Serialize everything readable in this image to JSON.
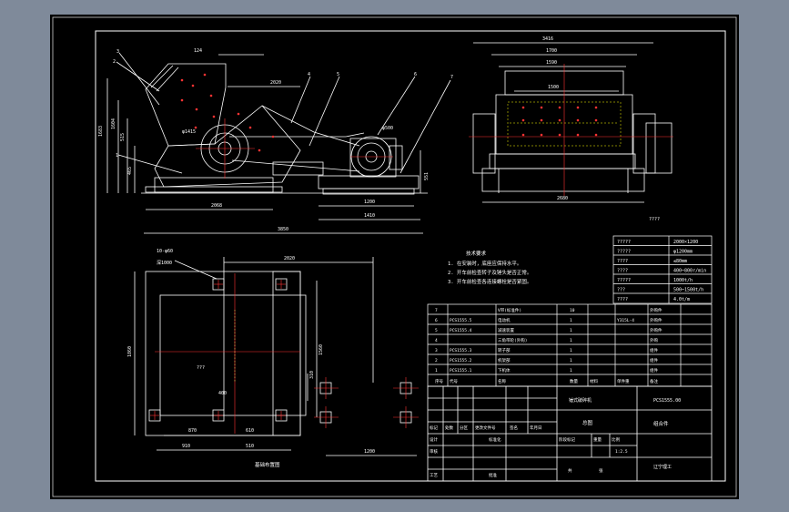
{
  "drawing": {
    "side_view": {
      "dims": {
        "top_width": "2020",
        "overall_length": "3850",
        "base_width": "2068",
        "motor_base": "1200",
        "motor_base_outer": "1410",
        "left_height": "1683",
        "sub_h1": "1604",
        "sub_h2": "515",
        "sub_h3": "465",
        "right_height": "551",
        "pulley": "φ500",
        "rotor": "φ1415",
        "top_small": "124"
      },
      "callouts": [
        "1",
        "2",
        "3",
        "4",
        "5",
        "6",
        "7"
      ]
    },
    "end_view": {
      "dims": {
        "overall": "3416",
        "frame": "1700",
        "inner": "1590",
        "rotor": "1500",
        "base": "2680"
      },
      "note": "????"
    },
    "foundation_view": {
      "title": "基础布置图",
      "bolt_note": "10-φ60",
      "depth_note": "深1000",
      "center_mark": "???",
      "dims": {
        "top": "2020",
        "left_height": "1860",
        "right_height": "1560",
        "center": "400",
        "lower_left": "870",
        "lower_right": "610",
        "bottom_left": "910",
        "bottom_right": "510",
        "small_offset": "310",
        "detail_width": "1200"
      }
    },
    "tech_requirements": {
      "title": "技术要求",
      "items": [
        "1. 在安装时，底座应保持水平。",
        "2. 开车前检查转子及锤头是否正常。",
        "3. 开车前检查各连接螺栓是否紧固。"
      ]
    },
    "spec_table": {
      "rows": [
        [
          "?????",
          "2000×1200"
        ],
        [
          "?????",
          "φ1200mm"
        ],
        [
          "????",
          "≤80mm"
        ],
        [
          "????",
          "400~800r/min"
        ],
        [
          "?????",
          "1000t/h"
        ],
        [
          "???",
          "500~1500t/h"
        ],
        [
          "????",
          "4.0t/m"
        ]
      ]
    },
    "parts_list": {
      "rows": [
        [
          "7",
          "",
          "V带(标准件)",
          "10",
          "",
          "",
          "外购件"
        ],
        [
          "6",
          "PCS1555.5",
          "电动机",
          "1",
          "",
          "Y315L-4",
          "外购件"
        ],
        [
          "5",
          "PCS1555.4",
          "减速装置",
          "1",
          "",
          "",
          "外购件"
        ],
        [
          "4",
          "",
          "三角带轮(外购)",
          "1",
          "",
          "",
          "外购"
        ],
        [
          "3",
          "PCS1555.3",
          "转子部",
          "1",
          "",
          "",
          "组件"
        ],
        [
          "2",
          "PCS1555.2",
          "机架部",
          "1",
          "",
          "",
          "组件"
        ],
        [
          "1",
          "PCS1555.1",
          "下机体",
          "1",
          "",
          "",
          "组件"
        ]
      ],
      "header": [
        "序号",
        "代号",
        "名称",
        "数量",
        "材料",
        "单件重",
        "备注"
      ]
    },
    "title_block": {
      "drawing_no": "PCS1555.00",
      "product_name": "锤式破碎机",
      "drawing_title": "总图",
      "assembly_label": "组合件",
      "mark_row": [
        "标记",
        "处数",
        "分区",
        "更改文件号",
        "签名",
        "年月日"
      ],
      "design": "设计",
      "standard": "标准化",
      "check": "审核",
      "process": "工艺",
      "approve": "批准",
      "stage": "阶段标记",
      "weight": "重量",
      "scale": "比例",
      "scale_value": "1:2.5",
      "sheet": "共",
      "sheet_of": "张",
      "company": "辽宁理工"
    }
  },
  "colors": {
    "background": "#7f8a9a",
    "paper": "#000000",
    "line": "#ffffff",
    "center": "#ff3333",
    "hidden": "#ffff00",
    "detail": "#ff6666"
  }
}
